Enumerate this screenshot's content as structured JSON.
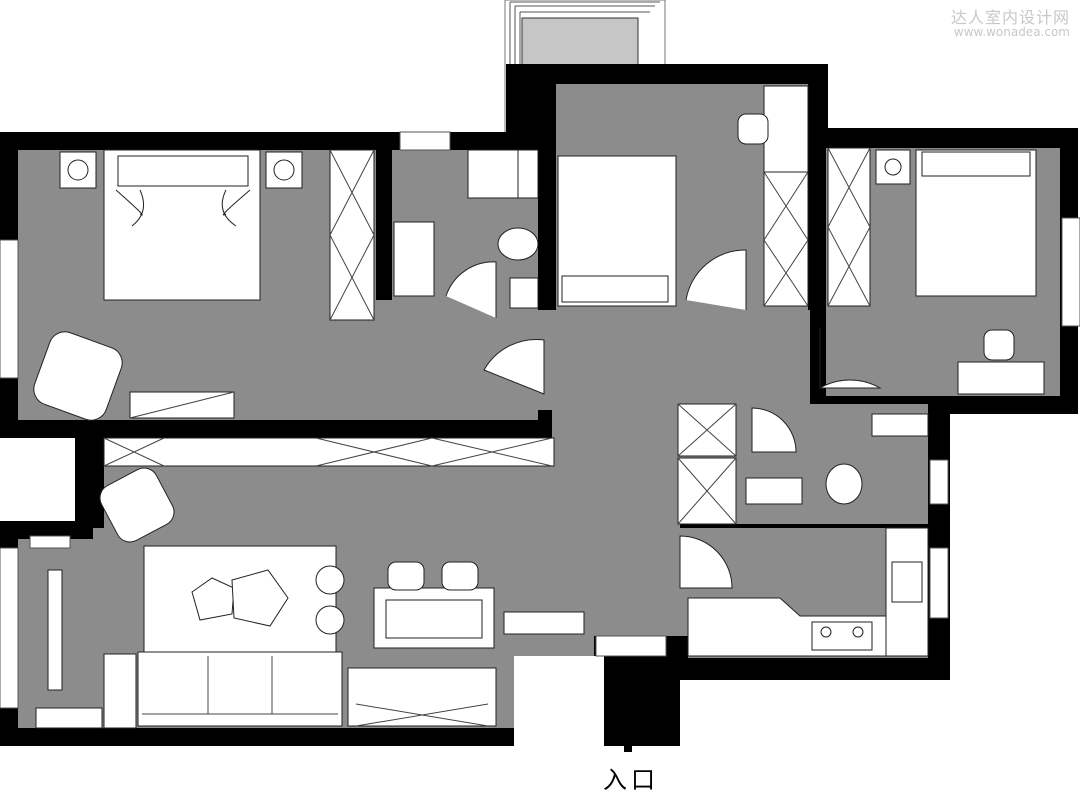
{
  "watermark": {
    "title": "达人室内设计网",
    "url": "www.wonadea.com"
  },
  "entrance": {
    "label": "入口"
  },
  "colors": {
    "wall": "#000000",
    "floor": "#8c8c8c",
    "furniture": "#ffffff",
    "balcony": "#c6c6c6",
    "line": "#555555"
  }
}
